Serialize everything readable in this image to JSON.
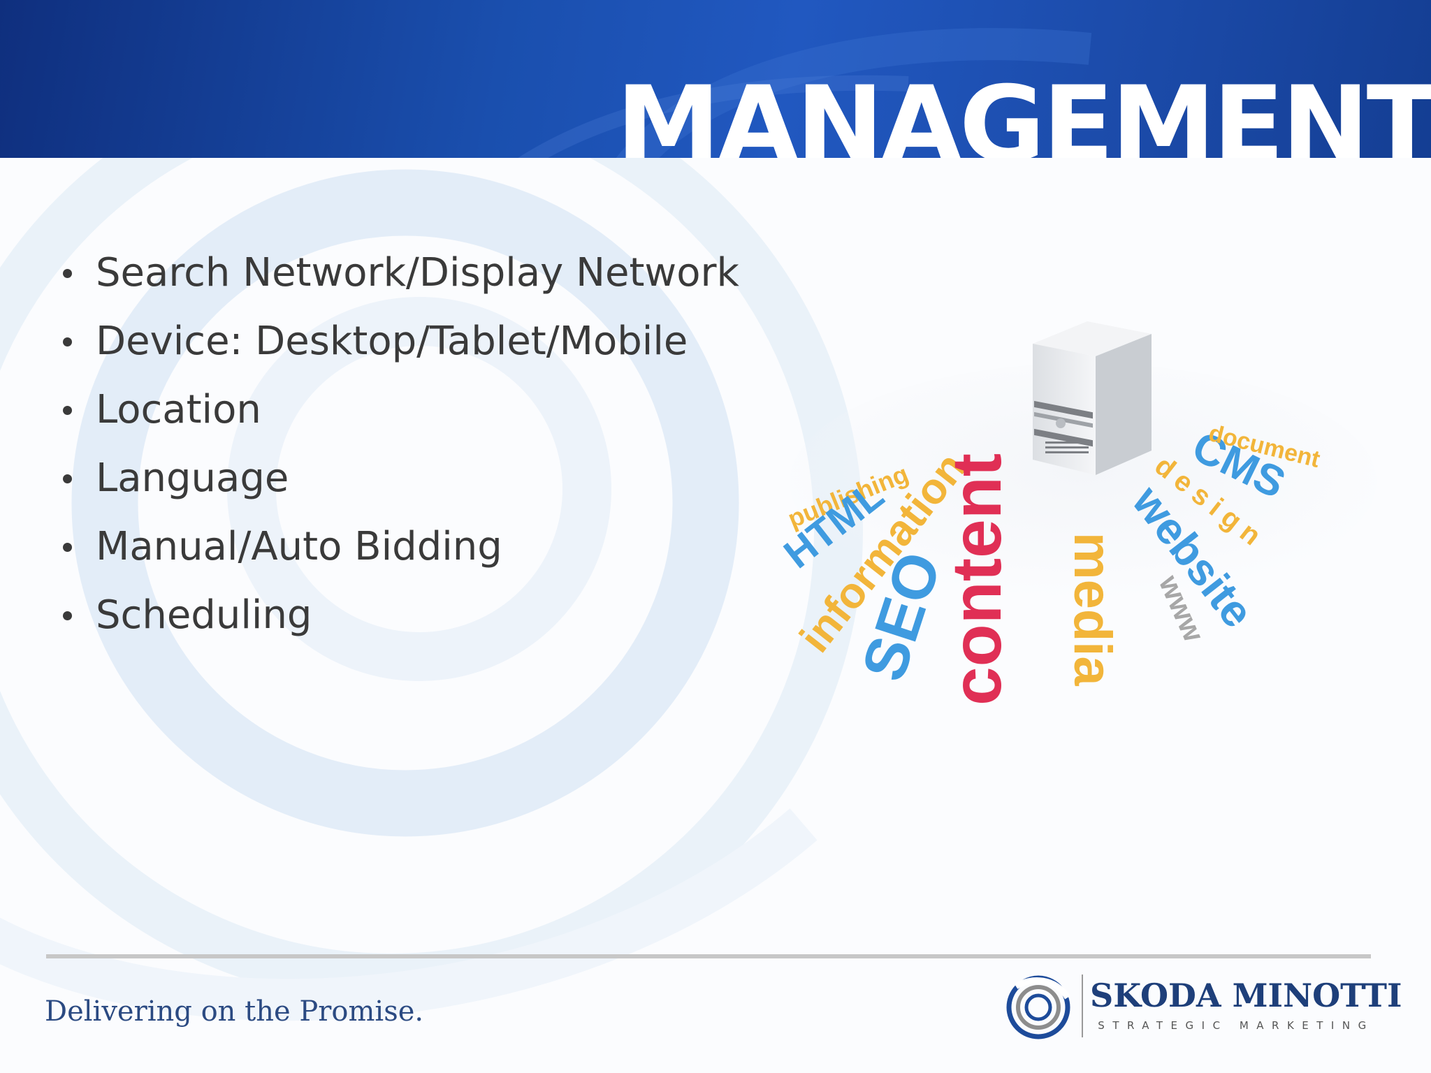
{
  "slide": {
    "title": "MANAGEMENT",
    "bullets": [
      {
        "text": "Search Network/Display Network"
      },
      {
        "text": "Device: Desktop/Tablet/Mobile"
      },
      {
        "text": "Location"
      },
      {
        "text": "Language"
      },
      {
        "text": "Manual/Auto Bidding"
      },
      {
        "text": "Scheduling"
      }
    ]
  },
  "illustration": {
    "icon": "server-tower-icon",
    "words": {
      "publishing": "publishing",
      "html": "HTML",
      "information": "information",
      "seo": "SEO",
      "content": "content",
      "media": "media",
      "www": "www",
      "website": "website",
      "design": "design",
      "cms": "CMS",
      "document": "document"
    },
    "colors": {
      "orange": "#f2b53a",
      "blue": "#3f9be0",
      "red": "#e02f55",
      "gray": "#a7a7a7"
    }
  },
  "footer": {
    "tagline": "Delivering on the Promise.",
    "logo": {
      "name": "SKODA MINOTTI",
      "subtitle": "STRATEGIC MARKETING"
    }
  },
  "colors": {
    "header_blue": "#1a4fae",
    "bullet_text": "#3a3a3a",
    "tagline_blue": "#2b4a82",
    "logo_blue": "#1e3f7a"
  }
}
